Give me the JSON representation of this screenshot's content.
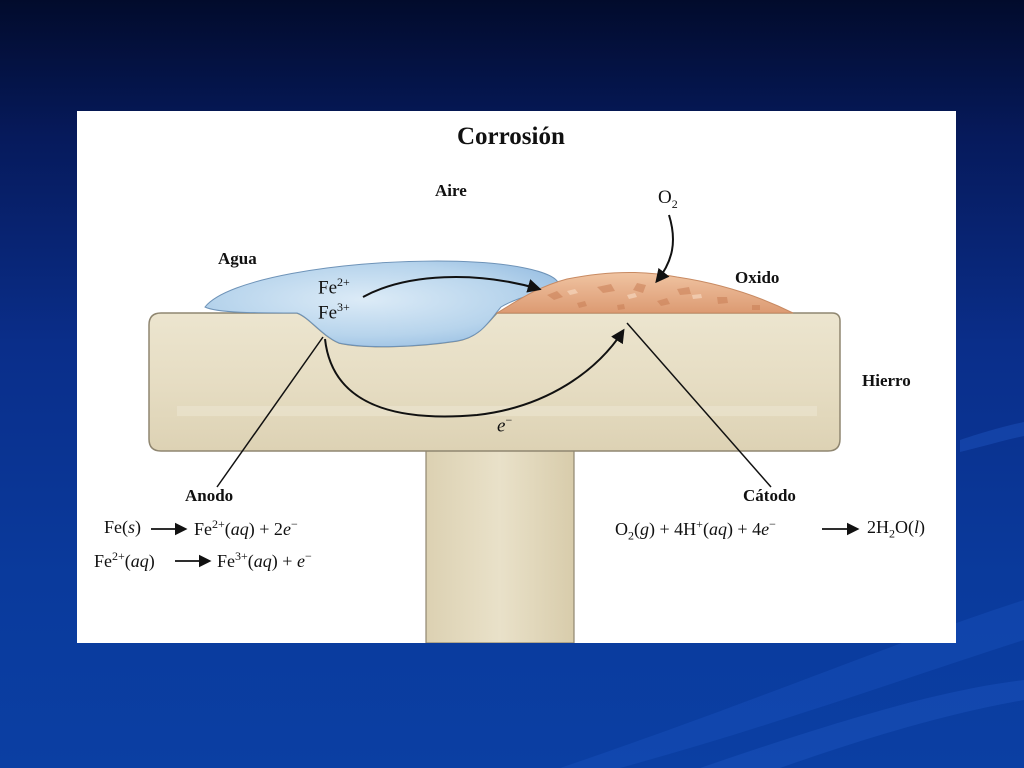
{
  "slide": {
    "title": "Corrosión",
    "labels": {
      "aire": "Aire",
      "agua": "Agua",
      "oxido": "Oxido",
      "hierro": "Hierro",
      "anodo": "Anodo",
      "catodo": "Cátodo",
      "o2_base": "O",
      "o2_sub": "2",
      "electron_base": "e",
      "electron_sup": "−"
    },
    "ions": {
      "fe2_base": "Fe",
      "fe2_sup": "2+",
      "fe3_base": "Fe",
      "fe3_sup": "3+"
    },
    "anode_equations": {
      "eq1": {
        "p1": "Fe(",
        "p2": "s",
        "p3": ")",
        "p4": "Fe",
        "p5": "2+",
        "p6": "(",
        "p7": "aq",
        "p8": ") + 2",
        "p9": "e",
        "p10": "−"
      },
      "eq2": {
        "p1": "Fe",
        "p2": "2+",
        "p3": "(",
        "p4": "aq",
        "p5": ")",
        "p6": "Fe",
        "p7": "3+",
        "p8": "(",
        "p9": "aq",
        "p10": ") + ",
        "p11": "e",
        "p12": "−"
      }
    },
    "cathode_equation": {
      "p1": "O",
      "p2": "2",
      "p3": "(",
      "p4": "g",
      "p5": ") + 4H",
      "p6": "+",
      "p7": "(",
      "p8": "aq",
      "p9": ") + 4",
      "p10": "e",
      "p11": "−",
      "p12": "2H",
      "p13": "2",
      "p14": "O(",
      "p15": "l",
      "p16": ")"
    },
    "colors": {
      "iron": "#e8e0c8",
      "water": "#a9cbe8",
      "rust": "#e3a57e",
      "background": "#0a3a9c",
      "panel": "#ffffff"
    }
  }
}
